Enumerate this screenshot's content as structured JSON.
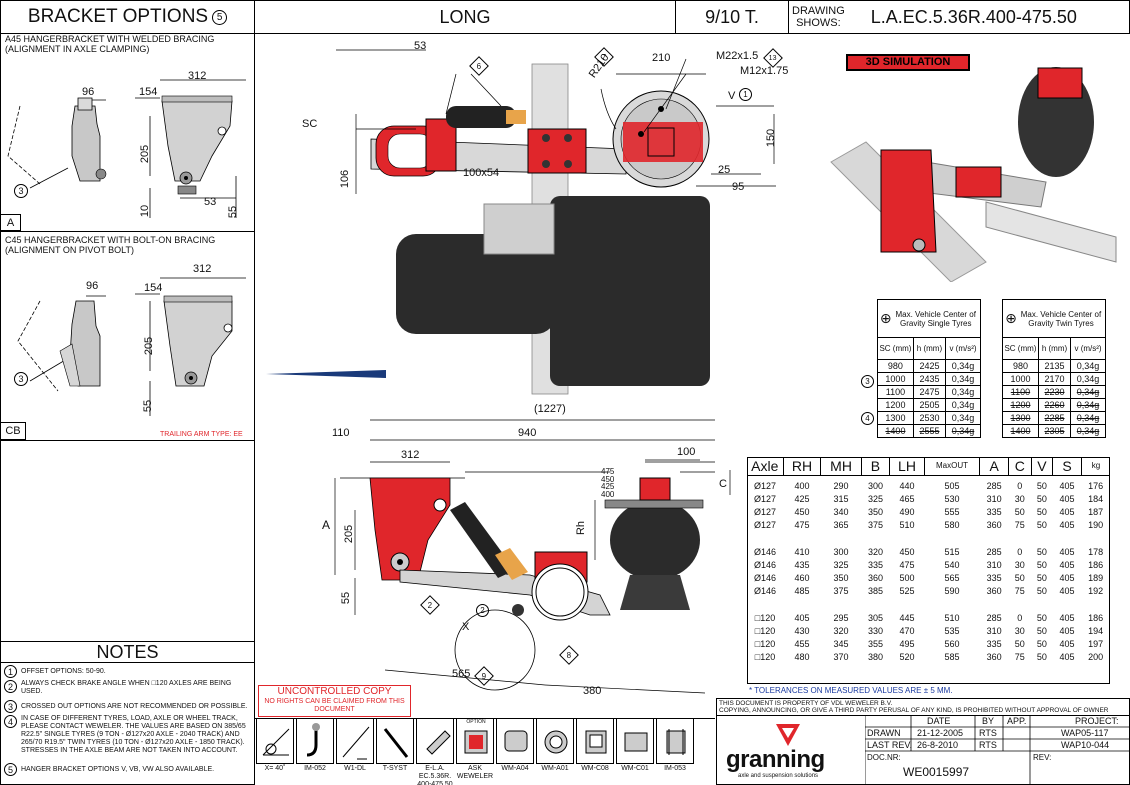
{
  "header": {
    "title": "BRACKET OPTIONS",
    "title_note": "5",
    "model": "LONG",
    "capacity": "9/10 T.",
    "drawing_shows_label": "DRAWING\nSHOWS:",
    "drawing_code": "L.A.EC.5.36R.400-475.50"
  },
  "bracket_a": {
    "caption": "A45 HANGERBRACKET WITH WELDED BRACING (ALIGNMENT IN AXLE CLAMPING)",
    "dims": [
      "312",
      "96",
      "154",
      "205",
      "10",
      "53",
      "55"
    ],
    "marker": "3",
    "section_label": "A"
  },
  "bracket_cb": {
    "caption": "C45 HANGERBRACKET WITH BOLT-ON BRACING (ALIGNMENT ON PIVOT BOLT)",
    "dims": [
      "312",
      "96",
      "154",
      "205",
      "55"
    ],
    "marker": "3",
    "section_label": "CB",
    "trailing_arm": "TRAILING ARM TYPE: EE"
  },
  "notes": {
    "title": "NOTES",
    "items": [
      {
        "num": "1",
        "text": "OFFSET OPTIONS: 50-90."
      },
      {
        "num": "2",
        "text": "ALWAYS CHECK BRAKE ANGLE WHEN □120 AXLES ARE BEING USED."
      },
      {
        "num": "3",
        "text": "CROSSED OUT OPTIONS ARE NOT RECOMMENDED OR POSSIBLE."
      },
      {
        "num": "4",
        "text": "IN CASE OF DIFFERENT TYRES, LOAD, AXLE OR WHEEL TRACK, PLEASE CONTACT WEWELER. THE VALUES ARE BASED ON 385/65 R22.5\" SINGLE TYRES (9 TON - Ø127x20 AXLE - 2040 TRACK) AND 265/70 R19.5\" TWIN TYRES (10 TON - Ø127x20 AXLE - 1850 TRACK). STRESSES IN THE AXLE BEAM ARE NOT TAKEN INTO ACCOUNT."
      },
      {
        "num": "5",
        "text": "HANGER BRACKET OPTIONS V, VB, VW ALSO AVAILABLE."
      }
    ]
  },
  "top_view": {
    "dims": [
      "53",
      "SC",
      "106",
      "100x54",
      "210",
      "R210",
      "M22x1.5",
      "M12x1.75",
      "150",
      "25",
      "95",
      "V"
    ],
    "callouts": [
      "6",
      "7",
      "13",
      "1"
    ]
  },
  "simulation_label": "3D SIMULATION",
  "side_view": {
    "dims": [
      "(1227)",
      "110",
      "940",
      "312",
      "100",
      "A",
      "205",
      "55",
      "Rh",
      "C",
      "565",
      "380",
      "X"
    ],
    "levels": [
      "475",
      "450",
      "425",
      "400"
    ],
    "callouts": [
      "2",
      "2",
      "8",
      "9"
    ]
  },
  "gravity_single": {
    "title": "Max. Vehicle Center of Gravity Single Tyres",
    "headers": [
      "SC (mm)",
      "h (mm)",
      "v (m/s²)"
    ],
    "rows": [
      [
        "980",
        "2425",
        "0,34g",
        false
      ],
      [
        "1000",
        "2435",
        "0,34g",
        false
      ],
      [
        "1100",
        "2475",
        "0,34g",
        false
      ],
      [
        "1200",
        "2505",
        "0,34g",
        false
      ],
      [
        "1300",
        "2530",
        "0,34g",
        false
      ],
      [
        "1400",
        "2555",
        "0,34g",
        true
      ]
    ]
  },
  "gravity_twin": {
    "title": "Max. Vehicle Center of Gravity Twin Tyres",
    "headers": [
      "SC (mm)",
      "h (mm)",
      "v (m/s²)"
    ],
    "rows": [
      [
        "980",
        "2135",
        "0,34g",
        false
      ],
      [
        "1000",
        "2170",
        "0,34g",
        false
      ],
      [
        "1100",
        "2230",
        "0,34g",
        true
      ],
      [
        "1200",
        "2260",
        "0,34g",
        true
      ],
      [
        "1300",
        "2285",
        "0,34g",
        true
      ],
      [
        "1400",
        "2305",
        "0,34g",
        true
      ]
    ]
  },
  "gravity_markers": [
    "3",
    "4"
  ],
  "axle_table": {
    "headers": [
      "Axle",
      "RH",
      "MH",
      "B",
      "LH",
      "MaxOUT",
      "A",
      "C",
      "V",
      "S",
      "kg"
    ],
    "groups": [
      [
        [
          "Ø127",
          "400",
          "290",
          "300",
          "440",
          "505",
          "285",
          "0",
          "50",
          "405",
          "176"
        ],
        [
          "Ø127",
          "425",
          "315",
          "325",
          "465",
          "530",
          "310",
          "30",
          "50",
          "405",
          "184"
        ],
        [
          "Ø127",
          "450",
          "340",
          "350",
          "490",
          "555",
          "335",
          "50",
          "50",
          "405",
          "187"
        ],
        [
          "Ø127",
          "475",
          "365",
          "375",
          "510",
          "580",
          "360",
          "75",
          "50",
          "405",
          "190"
        ]
      ],
      [
        [
          "Ø146",
          "410",
          "300",
          "320",
          "450",
          "515",
          "285",
          "0",
          "50",
          "405",
          "178"
        ],
        [
          "Ø146",
          "435",
          "325",
          "335",
          "475",
          "540",
          "310",
          "30",
          "50",
          "405",
          "186"
        ],
        [
          "Ø146",
          "460",
          "350",
          "360",
          "500",
          "565",
          "335",
          "50",
          "50",
          "405",
          "189"
        ],
        [
          "Ø146",
          "485",
          "375",
          "385",
          "525",
          "590",
          "360",
          "75",
          "50",
          "405",
          "192"
        ]
      ],
      [
        [
          "□120",
          "405",
          "295",
          "305",
          "445",
          "510",
          "285",
          "0",
          "50",
          "405",
          "186"
        ],
        [
          "□120",
          "430",
          "320",
          "330",
          "470",
          "535",
          "310",
          "30",
          "50",
          "405",
          "194"
        ],
        [
          "□120",
          "455",
          "345",
          "355",
          "495",
          "560",
          "335",
          "50",
          "50",
          "405",
          "197"
        ],
        [
          "□120",
          "480",
          "370",
          "380",
          "520",
          "585",
          "360",
          "75",
          "50",
          "405",
          "200"
        ]
      ]
    ],
    "tolerance": "* TOLERANCES ON MEASURED VALUES ARE ± 5 MM."
  },
  "uncontrolled": {
    "title": "UNCONTROLLED COPY",
    "text": "NO RIGHTS CAN BE CLAIMED FROM THIS DOCUMENT"
  },
  "icons": [
    {
      "label": "X= 40˚",
      "icon": "angle-icon"
    },
    {
      "label": "IM-052",
      "icon": "hook-icon"
    },
    {
      "label": "W1-DL",
      "icon": "beam-icon"
    },
    {
      "label": "T-SYST",
      "icon": "arm-icon"
    },
    {
      "label": "E-L.A. EC.5.36R. 400-475.50",
      "icon": "suspension-icon"
    },
    {
      "label": "ASK WEWELER",
      "icon": "bracing-icon",
      "option": "OPTION"
    },
    {
      "label": "WM-A04",
      "icon": "clamp-icon"
    },
    {
      "label": "WM-A01",
      "icon": "clamp-round-icon"
    },
    {
      "label": "WM-C08",
      "icon": "clamp-square-icon"
    },
    {
      "label": "WM-C01",
      "icon": "clamp-plate-icon"
    },
    {
      "label": "IM-053",
      "icon": "clamp-bolt-icon"
    }
  ],
  "title_block": {
    "property": "THIS DOCUMENT IS PROPERTY OF VDL WEWELER B.V.",
    "copying": "COPYING, ANNOUNCING, OR GIVE A THIRD PARTY PERUSAL OF ANY KIND, IS PROHIBITED WITHOUT APPROVAL OF OWNER",
    "col_date": "DATE",
    "col_by": "BY",
    "col_app": "APP.",
    "col_project": "PROJECT:",
    "drawn_label": "DRAWN",
    "drawn_date": "21-12-2005",
    "drawn_by": "RTS",
    "drawn_project": "WAP05-117",
    "lastrev_label": "LAST REV.",
    "lastrev_date": "26-8-2010",
    "lastrev_by": "RTS",
    "lastrev_project": "WAP10-044",
    "docnr_label": "DOC.NR:",
    "docnr": "WE0015997",
    "rev_label": "REV:",
    "brand": "granning",
    "tagline": "axle and suspension solutions"
  }
}
